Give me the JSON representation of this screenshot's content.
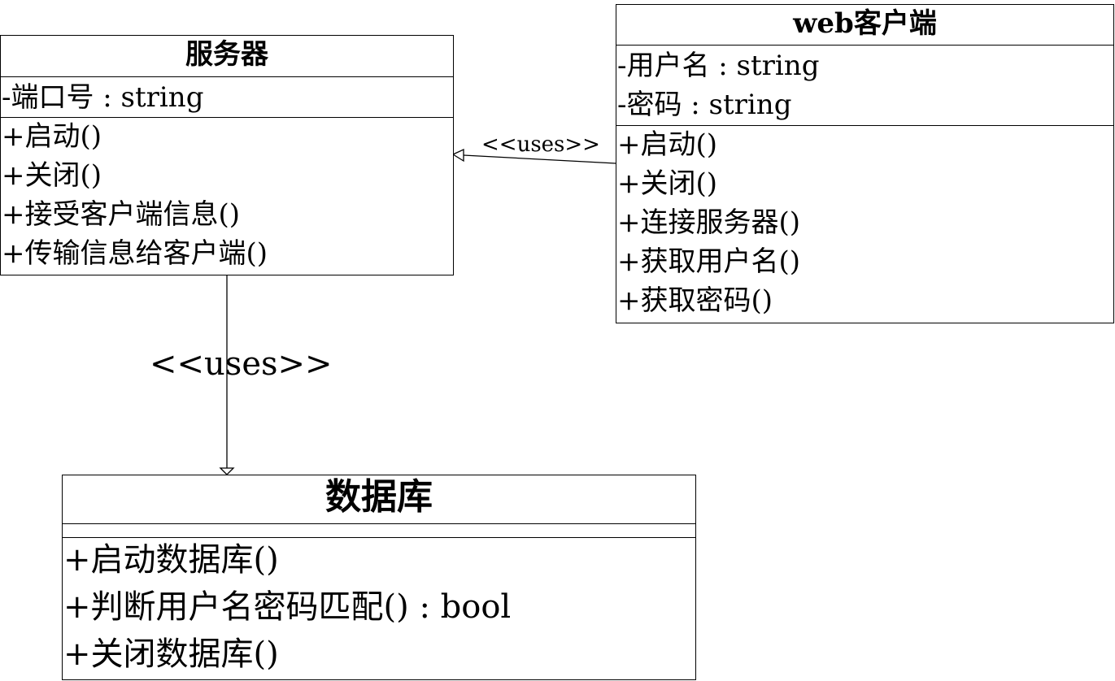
{
  "classes": {
    "server": {
      "name": "服务器",
      "attributes": [
        "-端口号 : string"
      ],
      "operations": [
        "+启动()",
        "+关闭()",
        "+接受客户端信息()",
        "+传输信息给客户端()"
      ]
    },
    "web_client": {
      "name": "web客户端",
      "attributes": [
        "-用户名 : string",
        "-密码 : string"
      ],
      "operations": [
        "+启动()",
        "+关闭()",
        "+连接服务器()",
        "+获取用户名()",
        "+获取密码()"
      ]
    },
    "database": {
      "name": "数据库",
      "attributes": [],
      "operations": [
        "+启动数据库()",
        "+判断用户名密码匹配() : bool",
        "+关闭数据库()"
      ]
    }
  },
  "relations": [
    {
      "from": "web客户端",
      "to": "服务器",
      "stereotype": "<<uses>>"
    },
    {
      "from": "服务器",
      "to": "数据库",
      "stereotype": "<<uses>>"
    }
  ]
}
